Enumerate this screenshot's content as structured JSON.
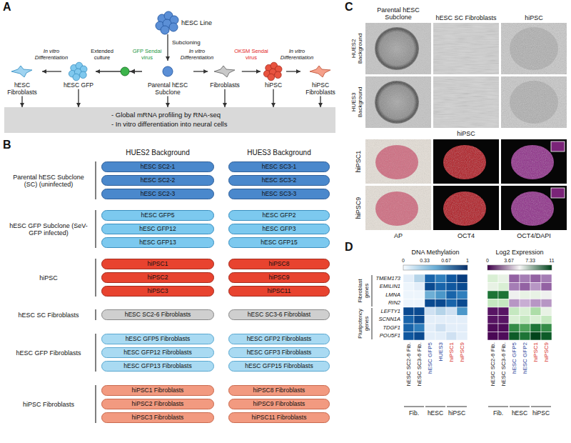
{
  "diagram": {
    "nodes": [
      {
        "text": [
          "hESC Line"
        ]
      },
      {
        "text": [
          "hESC Fibroblasts"
        ]
      },
      {
        "text": [
          "hESC GFP"
        ]
      },
      {
        "text": [
          "Parental hESC Subclone"
        ]
      },
      {
        "text": [
          "Fibroblasts"
        ]
      },
      {
        "text": [
          "hiPSC"
        ]
      },
      {
        "text": [
          "hiPSC Fibroblasts"
        ]
      },
      {
        "text": [
          "- Global mRNA profiling by RNA-seq",
          "- In vitro differentiation into neural cells"
        ]
      },
      {
        "text": [
          "hESC SC2-1"
        ]
      },
      {
        "text": [
          "hESC SC3-1"
        ]
      },
      {
        "text": [
          "hESC SC2-2"
        ]
      },
      {
        "text": [
          "hESC SC3-2"
        ]
      },
      {
        "text": [
          "hESC SC2-3"
        ]
      },
      {
        "text": [
          "hESC SC3-3"
        ]
      },
      {
        "text": [
          "hESC GFP5"
        ]
      },
      {
        "text": [
          "hESC GFP2"
        ]
      },
      {
        "text": [
          "hESC GFP12"
        ]
      },
      {
        "text": [
          "hESC GFP3"
        ]
      },
      {
        "text": [
          "hESC GFP13"
        ]
      },
      {
        "text": [
          "hESC GFP15"
        ]
      },
      {
        "text": [
          "hiPSC1"
        ]
      },
      {
        "text": [
          "hiPSC8"
        ]
      },
      {
        "text": [
          "hiPSC2"
        ]
      },
      {
        "text": [
          "hiPSC9"
        ]
      },
      {
        "text": [
          "hiPSC3"
        ]
      },
      {
        "text": [
          "hiPSC11"
        ]
      },
      {
        "text": [
          "hESC SC2-6 Fibroblasts"
        ]
      },
      {
        "text": [
          "hESC SC3-6 Fibroblast"
        ]
      },
      {
        "text": [
          "hESC GFP5 Fibroblasts"
        ]
      },
      {
        "text": [
          "hESC GFP2 Fibroblasts"
        ]
      },
      {
        "text": [
          "hESC GFP12 Fibroblasts"
        ]
      },
      {
        "text": [
          "hESC GFP3 Fibroblasts"
        ]
      },
      {
        "text": [
          "hESC GFP13 Fibroblasts"
        ]
      },
      {
        "text": [
          "hESC GFP15 Fibroblasts"
        ]
      },
      {
        "text": [
          "hiPSC1 Fibroblasts"
        ]
      },
      {
        "text": [
          "hiPSC8 Fibroblasts"
        ]
      },
      {
        "text": [
          "hiPSC2 Fibroblasts"
        ]
      },
      {
        "text": [
          "hiPSC9 Fibroblasts"
        ]
      },
      {
        "text": [
          "hiPSC3 Fibroblasts"
        ]
      },
      {
        "text": [
          "hiPSC11 Fibroblasts"
        ]
      }
    ],
    "edges": [
      {
        "from": 0,
        "to": 3,
        "arrow": "to",
        "label": "Subcloning"
      },
      {
        "from": 3,
        "to": 2,
        "arrow": "to",
        "label": "GFP Sendai virus"
      },
      {
        "from": 2,
        "to": 1,
        "arrow": "to",
        "label": "In vitro Differentiation"
      },
      {
        "from": 3,
        "to": 4,
        "arrow": "to",
        "label": "In vitro Differentiation"
      },
      {
        "from": 4,
        "to": 5,
        "arrow": "to",
        "label": "OKSM Sendai virus"
      },
      {
        "from": 5,
        "to": 6,
        "arrow": "to",
        "label": "In vitro Differentiation"
      },
      {
        "from": 1,
        "to": 7,
        "arrow": "to"
      },
      {
        "from": 2,
        "to": 7,
        "arrow": "to"
      },
      {
        "from": 3,
        "to": 7,
        "arrow": "to"
      },
      {
        "from": 4,
        "to": 7,
        "arrow": "to"
      },
      {
        "from": 5,
        "to": 7,
        "arrow": "to"
      },
      {
        "from": 6,
        "to": 7,
        "arrow": "to"
      }
    ],
    "labels": [
      "A",
      "Extended culture",
      "B",
      "HUES2 Background",
      "HUES3 Background",
      "Parental hESC Subclone (SC) (uninfected)",
      "hESC GFP Subclone (SeV-GFP infected)",
      "hiPSC",
      "hESC SC Fibroblasts",
      "hESC GFP Fibroblasts",
      "hiPSC Fibroblasts",
      "C",
      "Parental hESC Subclone",
      "hESC SC Fibroblasts",
      "hiPSC",
      "HUES2 Background",
      "HUES3 Background",
      "hiPSC",
      "hiPSC1",
      "hiPSC9",
      "AP",
      "OCT4",
      "OCT4/DAPI",
      "D",
      "DNA Methylation",
      "Log2 Expression",
      "0",
      "0.33",
      "0.67",
      "1",
      "0",
      "3.67",
      "7.33",
      "11",
      "TMEM173",
      "EMILIN1",
      "LMNA",
      "RIN2",
      "LEFTY1",
      "SCNN1A",
      "TDGF1",
      "POU5F1",
      "Fibroblast genes",
      "Pluripotency genes",
      "hESC SC2-6 Fib.",
      "hESC SC3-6 Fib.",
      "hESC GFP5",
      "HUES3",
      "hiPSC1",
      "hiPSC9",
      "hESC SC2-6 Fib.",
      "hESC SC3-6 Fib.",
      "hESC GFP5",
      "hESC GFP2",
      "hiPSC1",
      "hiPSC9",
      "Fib.",
      "hESC",
      "hiPSC",
      "Fib.",
      "hESC",
      "hiPSC"
    ]
  }
}
